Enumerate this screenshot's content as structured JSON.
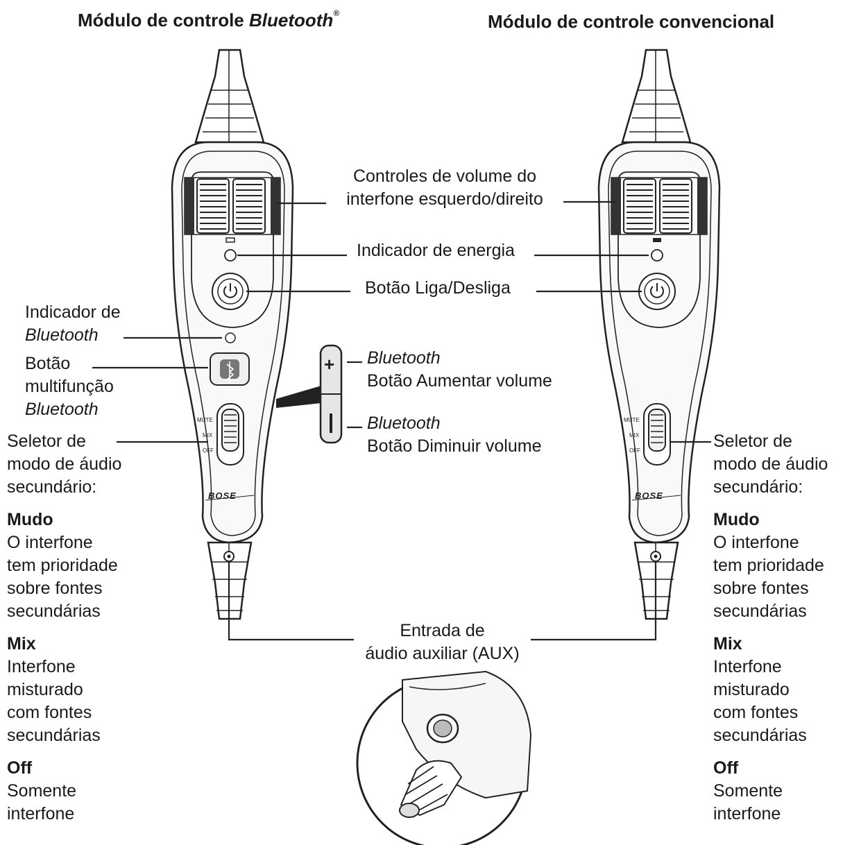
{
  "titles": {
    "left_main": "Módulo de controle ",
    "left_italic": "Bluetooth",
    "left_mark": "®",
    "right": "Módulo de controle convencional"
  },
  "callouts": {
    "volume_controls": [
      "Controles de volume do",
      "interfone esquerdo/direito"
    ],
    "power_indicator": "Indicador de energia",
    "power_button": "Botão Liga/Desliga",
    "bt_indicator": [
      "Indicador de",
      "Bluetooth"
    ],
    "bt_multifunction": [
      "Botão",
      "multifunção",
      "Bluetooth"
    ],
    "bt_vol_up": [
      "Bluetooth",
      "Botão Aumentar volume"
    ],
    "bt_vol_down": [
      "Bluetooth",
      "Botão Diminuir volume"
    ],
    "aux_input": [
      "Entrada de",
      "áudio auxiliar (AUX)"
    ]
  },
  "selector_left": {
    "heading": [
      "Seletor de",
      "modo de áudio",
      "secundário:"
    ],
    "modes": [
      {
        "name": "Mudo",
        "desc": [
          "O interfone",
          "tem prioridade",
          "sobre fontes",
          "secundárias"
        ]
      },
      {
        "name": "Mix",
        "desc": [
          "Interfone",
          "misturado",
          "com fontes",
          "secundárias"
        ]
      },
      {
        "name": "Off",
        "desc": [
          "Somente",
          "interfone"
        ]
      }
    ]
  },
  "selector_right": {
    "heading": [
      "Seletor de",
      "modo de áudio",
      "secundário:"
    ],
    "modes": [
      {
        "name": "Mudo",
        "desc": [
          "O interfone",
          "tem prioridade",
          "sobre fontes",
          "secundárias"
        ]
      },
      {
        "name": "Mix",
        "desc": [
          "Interfone",
          "misturado",
          "com fontes",
          "secundárias"
        ]
      },
      {
        "name": "Off",
        "desc": [
          "Somente",
          "interfone"
        ]
      }
    ]
  },
  "device_labels": {
    "switch_positions": [
      "MUTE",
      "MIX",
      "OFF"
    ],
    "brand": "BOSE",
    "plus": "+",
    "minus": "–"
  }
}
